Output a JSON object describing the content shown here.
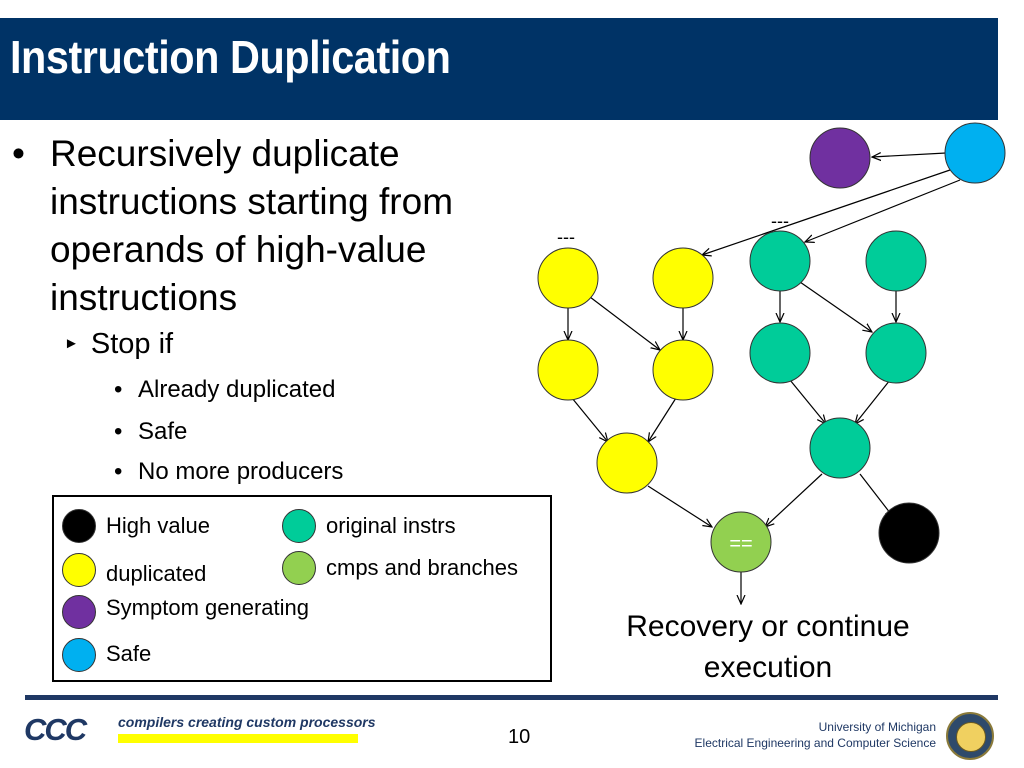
{
  "slide": {
    "title": "Instruction Duplication",
    "bullet_main": "Recursively duplicate instructions starting from operands of high-value instructions",
    "bullet_sub": "Stop if",
    "sub_bullets": [
      "Already duplicated",
      "Safe",
      "No more producers"
    ]
  },
  "legend": {
    "items": [
      {
        "label": "High value",
        "color": "#000000"
      },
      {
        "label": "original instrs",
        "color": "#00cc99"
      },
      {
        "label": "duplicated",
        "color": "#ffff00"
      },
      {
        "label": "cmps and branches",
        "color": "#92d050"
      },
      {
        "label": "Symptom generating",
        "color": "#7030a0"
      },
      {
        "label": "Safe",
        "color": "#00b0f0"
      }
    ]
  },
  "diagram": {
    "compare_label": "==",
    "dash_labels": [
      "---",
      "---"
    ],
    "caption_line1": "Recovery or continue",
    "caption_line2": "execution",
    "colors": {
      "high_value": "#000000",
      "original": "#00cc99",
      "duplicated": "#ffff00",
      "compare": "#92d050",
      "symptom": "#7030a0",
      "safe": "#00b0f0"
    }
  },
  "footer": {
    "logo_text": "CCC",
    "slogan": "compilers creating custom processors",
    "page_number": "10",
    "university": "University of Michigan",
    "department": "Electrical Engineering and Computer Science"
  }
}
